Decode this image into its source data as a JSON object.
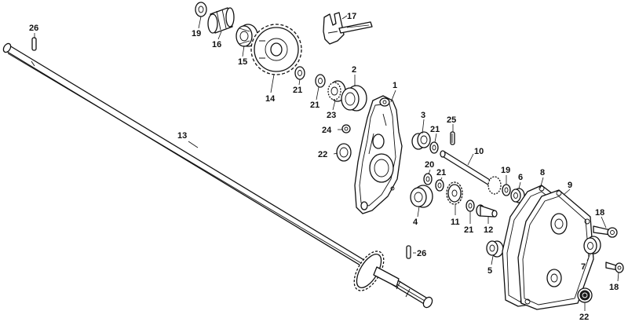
{
  "diagram": {
    "labels": [
      {
        "id": "callout-26-top",
        "text": "26"
      },
      {
        "id": "callout-19-top",
        "text": "19"
      },
      {
        "id": "callout-16",
        "text": "16"
      },
      {
        "id": "callout-15",
        "text": "15"
      },
      {
        "id": "callout-14",
        "text": "14"
      },
      {
        "id": "callout-17",
        "text": "17"
      },
      {
        "id": "callout-21-a",
        "text": "21"
      },
      {
        "id": "callout-21-b",
        "text": "21"
      },
      {
        "id": "callout-23",
        "text": "23"
      },
      {
        "id": "callout-2",
        "text": "2"
      },
      {
        "id": "callout-1",
        "text": "1"
      },
      {
        "id": "callout-24",
        "text": "24"
      },
      {
        "id": "callout-22-left",
        "text": "22"
      },
      {
        "id": "callout-3",
        "text": "3"
      },
      {
        "id": "callout-21-c",
        "text": "21"
      },
      {
        "id": "callout-25",
        "text": "25"
      },
      {
        "id": "callout-13",
        "text": "13"
      },
      {
        "id": "callout-10",
        "text": "10"
      },
      {
        "id": "callout-20",
        "text": "20"
      },
      {
        "id": "callout-21-d",
        "text": "21"
      },
      {
        "id": "callout-19-right",
        "text": "19"
      },
      {
        "id": "callout-8",
        "text": "8"
      },
      {
        "id": "callout-6",
        "text": "6"
      },
      {
        "id": "callout-9",
        "text": "9"
      },
      {
        "id": "callout-4",
        "text": "4"
      },
      {
        "id": "callout-11",
        "text": "11"
      },
      {
        "id": "callout-21-e",
        "text": "21"
      },
      {
        "id": "callout-12",
        "text": "12"
      },
      {
        "id": "callout-18-top",
        "text": "18"
      },
      {
        "id": "callout-7",
        "text": "7"
      },
      {
        "id": "callout-26-bottom",
        "text": "26"
      },
      {
        "id": "callout-5",
        "text": "5"
      },
      {
        "id": "callout-18-bottom",
        "text": "18"
      },
      {
        "id": "callout-22-bottom",
        "text": "22"
      }
    ]
  },
  "colors": {
    "ink": "#111111",
    "paper": "#ffffff"
  }
}
